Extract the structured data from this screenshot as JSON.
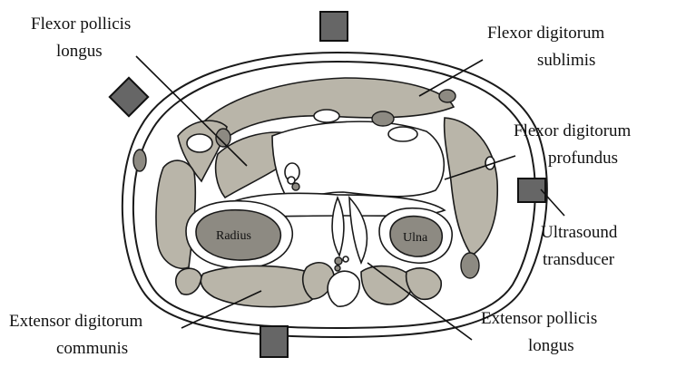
{
  "figure": {
    "labels": {
      "flexor_pollicis_longus": [
        "Flexor pollicis",
        "longus"
      ],
      "flexor_digitorum_sublimis": [
        "Flexor digitorum",
        "sublimis"
      ],
      "flexor_digitorum_profundus": [
        "Flexor digitorum",
        "profundus"
      ],
      "ultrasound_transducer": [
        "Ultrasound",
        "transducer"
      ],
      "extensor_digitorum_communis": [
        "Extensor digitorum",
        "communis"
      ],
      "extensor_pollicis_longus": [
        "Extensor pollicis",
        "longus"
      ],
      "radius": "Radius",
      "ulna": "Ulna"
    },
    "colors": {
      "muscle": "#b9b5a9",
      "bone": "#8d8a82",
      "transducer": "#666666"
    }
  }
}
